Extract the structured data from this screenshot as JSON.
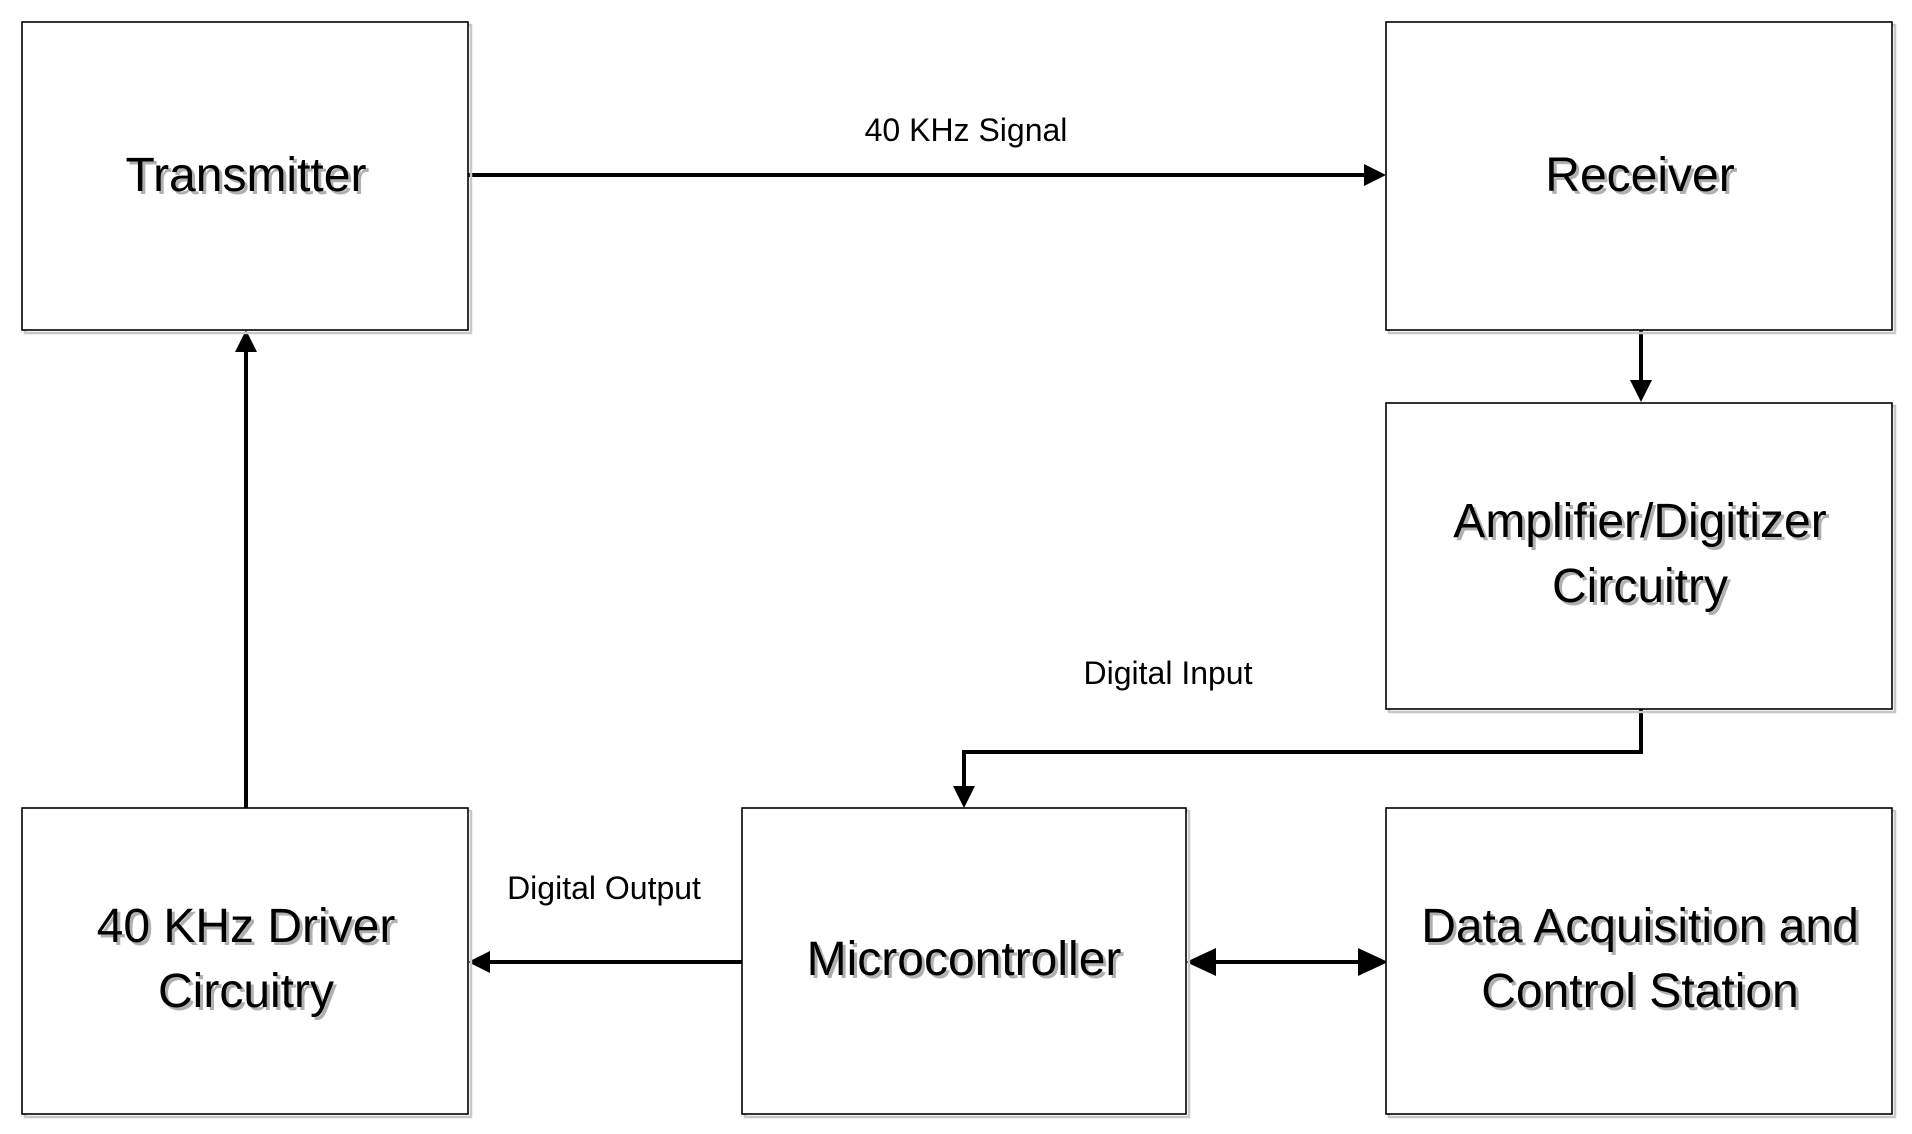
{
  "diagram": {
    "nodes": {
      "transmitter": {
        "line1": "Transmitter",
        "line2": ""
      },
      "receiver": {
        "line1": "Receiver",
        "line2": ""
      },
      "amplifier": {
        "line1": "Amplifier/Digitizer",
        "line2": "Circuitry"
      },
      "driver": {
        "line1": "40 KHz Driver",
        "line2": "Circuitry"
      },
      "microcontroller": {
        "line1": "Microcontroller",
        "line2": ""
      },
      "daq": {
        "line1": "Data Acquisition and",
        "line2": "Control Station"
      }
    },
    "edges": {
      "signal": {
        "label": "40 KHz Signal"
      },
      "receiver_to_amplifier": {
        "label": ""
      },
      "digital_input": {
        "label": "Digital Input"
      },
      "digital_output": {
        "label": "Digital Output"
      },
      "driver_to_transmitter": {
        "label": ""
      },
      "micro_daq": {
        "label": ""
      }
    },
    "colors": {
      "line": "#000000",
      "box_fill": "#ffffff",
      "text_shadow": "#b0b0b0"
    }
  }
}
